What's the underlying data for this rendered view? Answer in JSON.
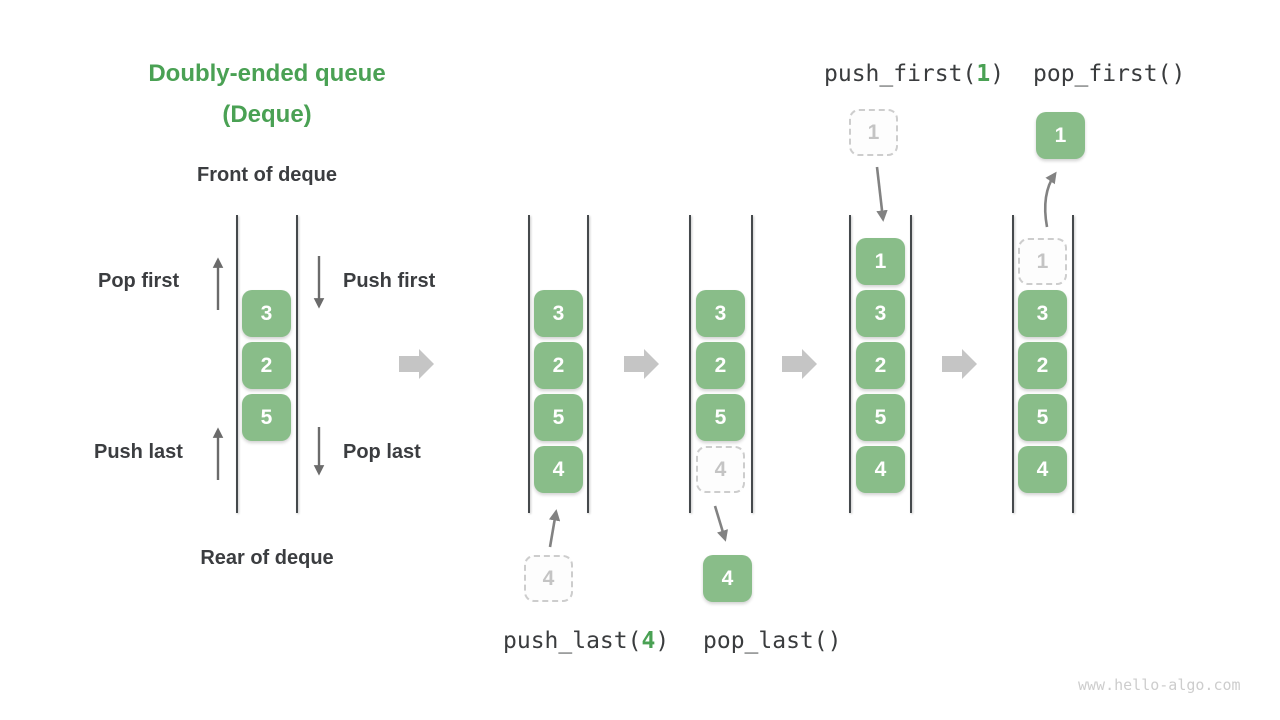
{
  "title": {
    "line1": "Doubly-ended queue",
    "line2": "(Deque)"
  },
  "front_label": "Front of deque",
  "rear_label": "Rear of deque",
  "op_labels": {
    "pop_first": "Pop first",
    "push_first": "Push first",
    "push_last": "Push last",
    "pop_last": "Pop last"
  },
  "code_labels": {
    "push_first_pre": "push_first(",
    "push_first_arg": "1",
    "push_first_post": ")",
    "pop_first": "pop_first()",
    "push_last_pre": "push_last(",
    "push_last_arg": "4",
    "push_last_post": ")",
    "pop_last": "pop_last()"
  },
  "cells": {
    "q1": [
      "3",
      "2",
      "5"
    ],
    "q2": [
      "3",
      "2",
      "5",
      "4"
    ],
    "q2_incoming": "4",
    "q3": [
      "3",
      "2",
      "5"
    ],
    "q3_removed": "4",
    "q3_popped": "4",
    "q4": [
      "1",
      "3",
      "2",
      "5",
      "4"
    ],
    "q4_incoming": "1",
    "q5": [
      "3",
      "2",
      "5",
      "4"
    ],
    "q5_removed": "1",
    "q5_popped": "1"
  },
  "watermark": "www.hello-algo.com",
  "colors": {
    "accent_green": "#4aa154",
    "cell_green": "#89bd89",
    "text_dark": "#3b3d40",
    "ghost_gray": "#c4c4c4",
    "arrow_gray": "#6b6b6b",
    "stage_arrow_gray": "#c5c5c5"
  }
}
